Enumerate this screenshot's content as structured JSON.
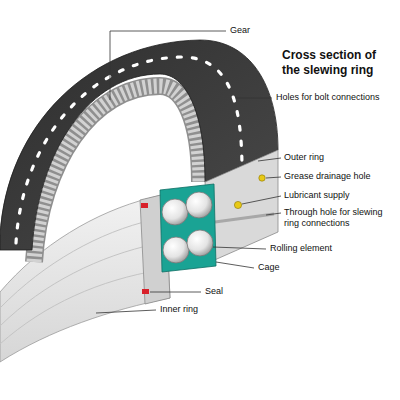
{
  "diagram": {
    "title": "Cross section of the slewing ring",
    "labels": [
      "Gear",
      "Holes for bolt connections",
      "Outer ring",
      "Grease drainage hole",
      "Lubricant supply",
      "Through hole for slewing ring connections",
      "Rolling element",
      "Cage",
      "Seal",
      "Inner ring"
    ]
  }
}
